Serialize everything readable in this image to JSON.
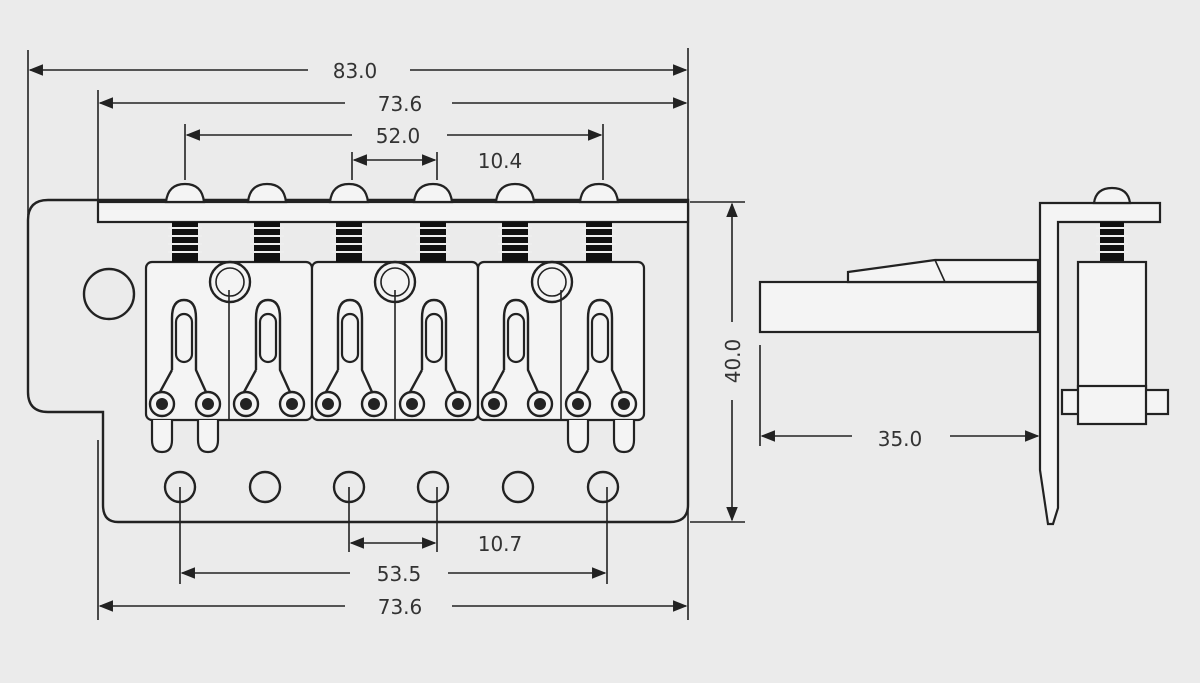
{
  "dimensions": {
    "overall_width": "83.0",
    "plate_width_top": "73.6",
    "screw_span": "52.0",
    "screw_spacing": "10.4",
    "hole_spacing": "10.7",
    "hole_span": "53.5",
    "plate_width_bottom": "73.6",
    "height": "40.0",
    "side_depth": "35.0"
  },
  "colors": {
    "background": "#ebebeb",
    "line": "#222222"
  }
}
